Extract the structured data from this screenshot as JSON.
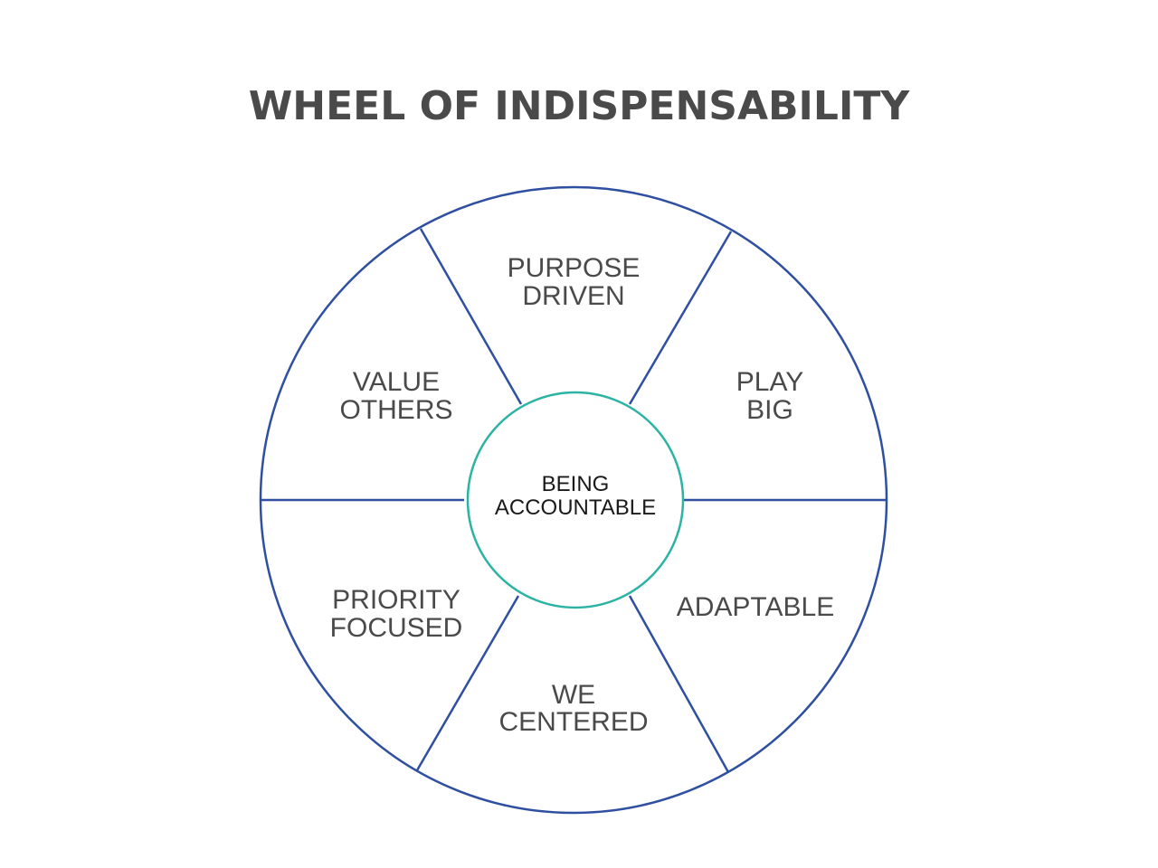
{
  "title": "WHEEL OF INDISPENSABILITY",
  "colors": {
    "outer_ring": "#2f4fa0",
    "spokes": "#2f4fa0",
    "center_ring": "#2bb3a3",
    "title_text": "#4a4a4a",
    "segment_text": "#4a4a4a",
    "center_text": "#1a1a1a"
  },
  "center": {
    "line1": "BEING",
    "line2": "ACCOUNTABLE"
  },
  "segments": [
    {
      "line1": "PURPOSE",
      "line2": "DRIVEN"
    },
    {
      "line1": "PLAY",
      "line2": "BIG"
    },
    {
      "line1": "ADAPTABLE",
      "line2": ""
    },
    {
      "line1": "WE",
      "line2": "CENTERED"
    },
    {
      "line1": "PRIORITY",
      "line2": "FOCUSED"
    },
    {
      "line1": "VALUE",
      "line2": "OTHERS"
    }
  ]
}
